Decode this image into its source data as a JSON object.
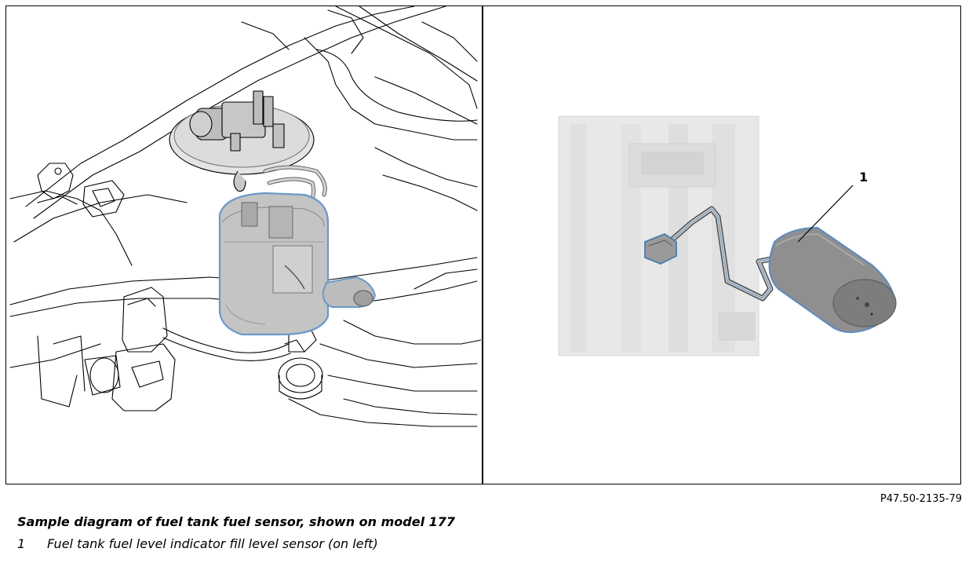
{
  "diagram": {
    "callout_number": "1",
    "reference_code": "P47.50-2135-79"
  },
  "caption": {
    "title": "Sample diagram of fuel tank fuel sensor, shown on model 177"
  },
  "legend": {
    "items": [
      {
        "number": "1",
        "text": "Fuel tank fuel level indicator fill level sensor (on left)"
      }
    ]
  },
  "colors": {
    "highlight": "#6a98c8",
    "module_gray": "#c8c8c8",
    "sensor_dark": "#8a8a8a",
    "line": "#000000"
  }
}
